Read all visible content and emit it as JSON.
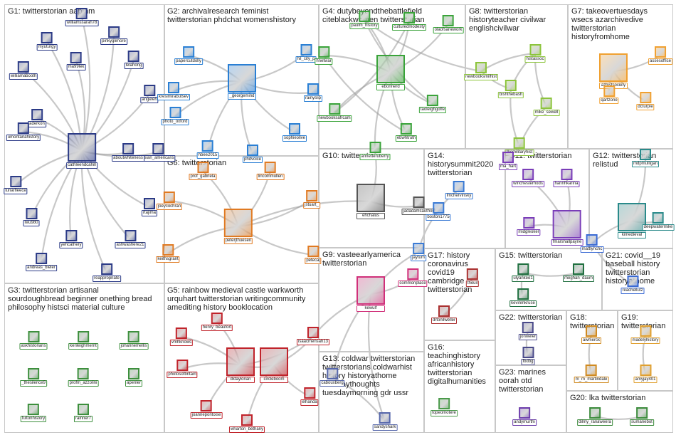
{
  "groups": [
    {
      "id": "G1",
      "title": "G1: twitterstorian aapihm",
      "color": "#2b3a86"
    },
    {
      "id": "G2",
      "title": "G2: archivalresearch feminist\ntwitterstorian phdchat womenshistory",
      "color": "#2a7fd4"
    },
    {
      "id": "G3",
      "title": "G3: twitterstorian artisanal\nsourdoughbread beginner onething bread\nphilosophy histsci material culture",
      "color": "#3d8f3d"
    },
    {
      "id": "G4",
      "title": "G4: dutybeyondthebattlefield\nciteblackwomen twitterstorian",
      "color": "#3aa33a"
    },
    {
      "id": "G5",
      "title": "G5: rainbow medieval castle warkworth\nurquhart twitterstorian writingcommunity\namediting history booklocation",
      "color": "#c0232b"
    },
    {
      "id": "G6",
      "title": "G6: twitterstorian",
      "color": "#e07a22"
    },
    {
      "id": "G7",
      "title": "G7: takeovertuesdays\nwsecs azarchivedive\ntwitterstorian\nhistoryfromhome",
      "color": "#f0a030"
    },
    {
      "id": "G8",
      "title": "G8: twitterstorian\nhistoryteacher civilwar\nenglishcivilwar",
      "color": "#8cc43c"
    },
    {
      "id": "G9",
      "title": "G9: vasteearlyamerica\ntwitterstorian",
      "color": "#d0307a"
    },
    {
      "id": "G10",
      "title": "G10: twitterstorian",
      "color": "#555555"
    },
    {
      "id": "G11",
      "title": "G11: twitterstorian",
      "color": "#7a3db8"
    },
    {
      "id": "G12",
      "title": "G12: twitterstorian\nrelistud",
      "color": "#2a8a8a"
    },
    {
      "id": "G13",
      "title": "G13: coldwar twitterstorian\ntwitterstorians coldwarhist\nhistory historyathome\ntuesdaythoughts\ntuesdaymorning gdr ussr",
      "color": "#5566aa"
    },
    {
      "id": "G14",
      "title": "G14:\nhistorysummit2020\ntwitterstorian",
      "color": "#3a7ad4"
    },
    {
      "id": "G15",
      "title": "G15: twitterstorian",
      "color": "#1f6f3f"
    },
    {
      "id": "G16",
      "title": "G16:\nteachinghistory\nafricanhistory\ntwitterstorian\ndigitalhumanities",
      "color": "#4a9a4a"
    },
    {
      "id": "G17",
      "title": "G17: history\ncoronavirus\ncovid19\ncambridge\ntwitterstorian",
      "color": "#aa3030"
    },
    {
      "id": "G18",
      "title": "G18:\ntwitterstorian",
      "color": "#d08a20"
    },
    {
      "id": "G19",
      "title": "G19:\ntwitterstorian",
      "color": "#e0a030"
    },
    {
      "id": "G20",
      "title": "G20: lka twitterstorian",
      "color": "#3a8a3a"
    },
    {
      "id": "G21",
      "title": "G21: covid__19\nbaseball history\ntwitterstorian\nhistoryathome",
      "color": "#3a6ad4"
    },
    {
      "id": "G22",
      "title": "G22: twitterstorian",
      "color": "#4a4a8a"
    },
    {
      "id": "G23",
      "title": "G23: marines\noorah otd\ntwitterstorian",
      "color": "#6a3aaa"
    }
  ],
  "nodes": [
    {
      "id": "cathleendcahill",
      "label": "cathleendcahill",
      "group": "G1",
      "big": true
    },
    {
      "id": "williamssarah78",
      "label": "williamssarah78",
      "group": "G1"
    },
    {
      "id": "myuturgy",
      "label": "myuturgy",
      "group": "G1"
    },
    {
      "id": "pinkyglimore",
      "label": "pinkyglimore",
      "group": "G1"
    },
    {
      "id": "ma99lek",
      "label": "ma99lek",
      "group": "G1"
    },
    {
      "id": "lelahong",
      "label": "lelahong",
      "group": "G1"
    },
    {
      "id": "williamabooth",
      "label": "williamabooth",
      "group": "G1"
    },
    {
      "id": "angeleh",
      "label": "angeleh",
      "group": "G1"
    },
    {
      "id": "aderkon",
      "label": "aderkon",
      "group": "G1"
    },
    {
      "id": "umontanahistory",
      "label": "umontanahistory",
      "group": "G1"
    },
    {
      "id": "asian_americans",
      "label": "asian_americans",
      "group": "G1"
    },
    {
      "id": "aboutwhiteness",
      "label": "aboutwhiteness",
      "group": "G1"
    },
    {
      "id": "lunarfleece",
      "label": "lunarfleece",
      "group": "G1"
    },
    {
      "id": "rtajima",
      "label": "rtajima",
      "group": "G1"
    },
    {
      "id": "lwu980",
      "label": "lwu980",
      "group": "G1"
    },
    {
      "id": "yehcathery",
      "label": "yehcathery",
      "group": "G1"
    },
    {
      "id": "ashwashere21",
      "label": "ashwashere21",
      "group": "G1"
    },
    {
      "id": "andreas_bieler",
      "label": "andreas_bieler",
      "group": "G1"
    },
    {
      "id": "reappropriate",
      "label": "reappropriate",
      "group": "G1"
    },
    {
      "id": "_georgemind",
      "label": "_georgemind",
      "group": "G2",
      "big": true
    },
    {
      "id": "papercutdolly",
      "label": "papercutdolly",
      "group": "G2"
    },
    {
      "id": "hil_city_p",
      "label": "hil_city_p",
      "group": "G2"
    },
    {
      "id": "kresimirabutsev",
      "label": "kresimirabutsev",
      "group": "G2"
    },
    {
      "id": "rainyslip",
      "label": "rainyslip",
      "group": "G2"
    },
    {
      "id": "photo_oxford",
      "label": "photo_oxford",
      "group": "G2"
    },
    {
      "id": "sophieolive",
      "label": "sophieolive",
      "group": "G2"
    },
    {
      "id": "hbee2015",
      "label": "hbee2015",
      "group": "G2"
    },
    {
      "id": "phdvoice",
      "label": "phdvoice",
      "group": "G2"
    },
    {
      "id": "askhistorians",
      "label": "askhistorians",
      "group": "G3"
    },
    {
      "id": "kerileighmerrit",
      "label": "kerileighmerrit",
      "group": "G3"
    },
    {
      "id": "johannemellis",
      "label": "johannemellis",
      "group": "G3"
    },
    {
      "id": "_thesilence9",
      "label": "_thesilence9",
      "group": "G3"
    },
    {
      "id": "profm_azzolini",
      "label": "profm_azzolini",
      "group": "G3"
    },
    {
      "id": "apenler",
      "label": "apenler",
      "group": "G3"
    },
    {
      "id": "fultonhistory",
      "label": "fultonhistory",
      "group": "G3"
    },
    {
      "id": "rainner7",
      "label": "rainner7",
      "group": "G3"
    },
    {
      "id": "paulm_history",
      "label": "paulm_history",
      "group": "G4"
    },
    {
      "id": "culturedmodesty",
      "label": "culturedmodesty",
      "group": "G4"
    },
    {
      "id": "hnetwar",
      "label": "hnetwar",
      "group": "G4"
    },
    {
      "id": "ebonnerd",
      "label": "ebonnerd",
      "group": "G4",
      "big": true
    },
    {
      "id": "newbooksafrcam",
      "label": "newbooksafrcam",
      "group": "G4"
    },
    {
      "id": "taoleighgoffe",
      "label": "taoleighgoffe",
      "group": "G4"
    },
    {
      "id": "ebwhtruth",
      "label": "ebwhtruth",
      "group": "G4"
    },
    {
      "id": "annetteruberry",
      "label": "annetteruberry",
      "group": "G4"
    },
    {
      "id": "olaofsanework",
      "label": "olaofsanework",
      "group": "G4"
    },
    {
      "id": "dktaylorian",
      "label": "dktaylorian",
      "group": "G5",
      "big": true
    },
    {
      "id": "circleboom",
      "label": "circleboom",
      "group": "G5",
      "big": true
    },
    {
      "id": "henry_beaufort",
      "label": "henry_beaufort",
      "group": "G5"
    },
    {
      "id": "vmhknows",
      "label": "vmhknows",
      "group": "G5"
    },
    {
      "id": "photosofbritain",
      "label": "photosofbritain",
      "group": "G5"
    },
    {
      "id": "joannepontoise",
      "label": "joannepontoise",
      "group": "G5"
    },
    {
      "id": "isaacmensah13",
      "label": "isaacmensah13",
      "group": "G5"
    },
    {
      "id": "elhanda",
      "label": "elhanda",
      "group": "G5"
    },
    {
      "id": "wharton_bethany",
      "label": "wharton_bethany",
      "group": "G5"
    },
    {
      "id": "peterjthuesen",
      "label": "peterjthuesen",
      "group": "G6",
      "big": true
    },
    {
      "id": "prof_gabriela",
      "label": "prof_gabriela",
      "group": "G6"
    },
    {
      "id": "lincolnmullen",
      "label": "lincolnmullen",
      "group": "G6"
    },
    {
      "id": "joeycochran",
      "label": "joeycochran",
      "group": "G6"
    },
    {
      "id": "jstuart_",
      "label": "jstuart_",
      "group": "G6"
    },
    {
      "id": "keithsgrant",
      "label": "keithsgrant",
      "group": "G6"
    },
    {
      "id": "petecaj",
      "label": "petecaj",
      "group": "G6"
    },
    {
      "id": "azhistsociety",
      "label": "azhistsociety",
      "group": "G7",
      "big": true
    },
    {
      "id": "assesoffice",
      "label": "assesoffice",
      "group": "G7"
    },
    {
      "id": "dcturpie",
      "label": "dcturpie",
      "group": "G7"
    },
    {
      "id": "qartzone",
      "label": "qartzone",
      "group": "G7"
    },
    {
      "id": "histassoc",
      "label": "histassoc",
      "group": "G8"
    },
    {
      "id": "newbooksmilhist",
      "label": "newbooksmilhist",
      "group": "G8"
    },
    {
      "id": "bishthebash",
      "label": "bishthebash",
      "group": "G8"
    },
    {
      "id": "mike_sewell",
      "label": "mike_sewell",
      "group": "G8"
    },
    {
      "id": "themilitaryhist",
      "label": "themilitaryhist",
      "group": "G8"
    },
    {
      "id": "kewulf",
      "label": "kewulf",
      "group": "G9",
      "big": true
    },
    {
      "id": "commonplace",
      "label": "commonplace",
      "group": "G9"
    },
    {
      "id": "ehchalus",
      "label": "ehchalus",
      "group": "G10",
      "big": true
    },
    {
      "id": "jadadamsauthor",
      "label": "jadadamsauthor",
      "group": "G10"
    },
    {
      "id": "fmarshallpayne",
      "label": "fmarshallpayne",
      "group": "G11",
      "big": true
    },
    {
      "id": "winchesterhods",
      "label": "winchesterhods",
      "group": "G11"
    },
    {
      "id": "hannhkarina",
      "label": "hannhkarina",
      "group": "G11"
    },
    {
      "id": "midgleoker",
      "label": "midgleoker",
      "group": "G11"
    },
    {
      "id": "ma_hart",
      "label": "ma_hart",
      "group": "G11"
    },
    {
      "id": "kimedieval",
      "label": "kimedieval",
      "group": "G12",
      "big": true
    },
    {
      "id": "mdpmulligan",
      "label": "mdpmulligan",
      "group": "G12"
    },
    {
      "id": "deepwatermike",
      "label": "deepwatermike",
      "group": "G12"
    },
    {
      "id": "sandyshark",
      "label": "sandyshark",
      "group": "G13"
    },
    {
      "id": "cabouxberg",
      "label": "cabouxberg",
      "group": "G13"
    },
    {
      "id": "lmchervinsky",
      "label": "lmchervinsky",
      "group": "G14"
    },
    {
      "id": "boston1775",
      "label": "boston1775",
      "group": "G14"
    },
    {
      "id": "jaytum",
      "label": "jaytum",
      "group": "G14"
    },
    {
      "id": "ulyankee1",
      "label": "ulyankee1",
      "group": "G15"
    },
    {
      "id": "meghan_daum",
      "label": "meghan_daum",
      "group": "G15"
    },
    {
      "id": "kevinmkruse",
      "label": "kevinmkruse",
      "group": "G15"
    },
    {
      "id": "topeomotere",
      "label": "topeomotere",
      "group": "G16"
    },
    {
      "id": "drtonilweller",
      "label": "drtonilweller",
      "group": "G17"
    },
    {
      "id": "theuil",
      "label": "theuil",
      "group": "G17"
    },
    {
      "id": "awmerck",
      "label": "awmerck",
      "group": "G18"
    },
    {
      "id": "m_m_martindale",
      "label": "m_m_martindale",
      "group": "G18"
    },
    {
      "id": "madelyhistory",
      "label": "madelyhistory",
      "group": "G19"
    },
    {
      "id": "amyjay401",
      "label": "amyjay401",
      "group": "G19"
    },
    {
      "id": "dilmy_ranaweera",
      "label": "dilmy_ranaweera",
      "group": "G20"
    },
    {
      "id": "sumanebot",
      "label": "sumanebot",
      "group": "G20"
    },
    {
      "id": "mattlynchc",
      "label": "mattlynchc",
      "group": "G21"
    },
    {
      "id": "reachellutz",
      "label": "reachellutz",
      "group": "G21"
    },
    {
      "id": "jonweler",
      "label": "jonweler",
      "group": "G22"
    },
    {
      "id": "fbdbg",
      "label": "fbdbg",
      "group": "G22"
    },
    {
      "id": "andymurthi",
      "label": "andymurthi",
      "group": "G23"
    }
  ],
  "edges": [
    [
      "cathleendcahill",
      "williamssarah78"
    ],
    [
      "cathleendcahill",
      "myuturgy"
    ],
    [
      "cathleendcahill",
      "pinkyglimore"
    ],
    [
      "cathleendcahill",
      "ma99lek"
    ],
    [
      "cathleendcahill",
      "lelahong"
    ],
    [
      "cathleendcahill",
      "williamabooth"
    ],
    [
      "cathleendcahill",
      "angeleh"
    ],
    [
      "cathleendcahill",
      "aderkon"
    ],
    [
      "cathleendcahill",
      "umontanahistory"
    ],
    [
      "cathleendcahill",
      "asian_americans"
    ],
    [
      "cathleendcahill",
      "aboutwhiteness"
    ],
    [
      "cathleendcahill",
      "lunarfleece"
    ],
    [
      "cathleendcahill",
      "rtajima"
    ],
    [
      "cathleendcahill",
      "lwu980"
    ],
    [
      "cathleendcahill",
      "yehcathery"
    ],
    [
      "cathleendcahill",
      "ashwashere21"
    ],
    [
      "cathleendcahill",
      "andreas_bieler"
    ],
    [
      "cathleendcahill",
      "reappropriate"
    ],
    [
      "_georgemind",
      "papercutdolly"
    ],
    [
      "_georgemind",
      "hil_city_p"
    ],
    [
      "_georgemind",
      "kresimirabutsev"
    ],
    [
      "_georgemind",
      "rainyslip"
    ],
    [
      "_georgemind",
      "photo_oxford"
    ],
    [
      "_georgemind",
      "sophieolive"
    ],
    [
      "_georgemind",
      "hbee2015"
    ],
    [
      "_georgemind",
      "phdvoice"
    ],
    [
      "ebonnerd",
      "paulm_history"
    ],
    [
      "ebonnerd",
      "culturedmodesty"
    ],
    [
      "ebonnerd",
      "hnetwar"
    ],
    [
      "ebonnerd",
      "newbooksafrcam"
    ],
    [
      "ebonnerd",
      "taoleighgoffe"
    ],
    [
      "ebonnerd",
      "ebwhtruth"
    ],
    [
      "ebonnerd",
      "annetteruberry"
    ],
    [
      "ebonnerd",
      "olaofsanework"
    ],
    [
      "paulm_history",
      "taoleighgoffe"
    ],
    [
      "hnetwar",
      "ebwhtruth"
    ],
    [
      "newbooksafrcam",
      "culturedmodesty"
    ],
    [
      "paulm_history",
      "newbooksmilhist"
    ],
    [
      "dktaylorian",
      "henry_beaufort"
    ],
    [
      "dktaylorian",
      "vmhknows"
    ],
    [
      "dktaylorian",
      "photosofbritain"
    ],
    [
      "dktaylorian",
      "joannepontoise"
    ],
    [
      "dktaylorian",
      "isaacmensah13"
    ],
    [
      "dktaylorian",
      "circleboom"
    ],
    [
      "circleboom",
      "elhanda"
    ],
    [
      "circleboom",
      "wharton_bethany"
    ],
    [
      "circleboom",
      "isaacmensah13"
    ],
    [
      "peterjthuesen",
      "prof_gabriela"
    ],
    [
      "peterjthuesen",
      "lincolnmullen"
    ],
    [
      "peterjthuesen",
      "joeycochran"
    ],
    [
      "peterjthuesen",
      "jstuart_"
    ],
    [
      "peterjthuesen",
      "keithsgrant"
    ],
    [
      "peterjthuesen",
      "petecaj"
    ],
    [
      "azhistsociety",
      "assesoffice"
    ],
    [
      "azhistsociety",
      "dcturpie"
    ],
    [
      "azhistsociety",
      "qartzone"
    ],
    [
      "histassoc",
      "newbooksmilhist"
    ],
    [
      "histassoc",
      "bishthebash"
    ],
    [
      "histassoc",
      "mike_sewell"
    ],
    [
      "bishthebash",
      "themilitaryhist"
    ],
    [
      "newbooksmilhist",
      "bishthebash"
    ],
    [
      "mike_sewell",
      "themilitaryhist"
    ],
    [
      "kewulf",
      "commonplace"
    ],
    [
      "kewulf",
      "isaacmensah13"
    ],
    [
      "kewulf",
      "sandyshark"
    ],
    [
      "kewulf",
      "cabouxberg"
    ],
    [
      "ehchalus",
      "jadadamsauthor"
    ],
    [
      "ehchalus",
      "annetteruberry"
    ],
    [
      "ehchalus",
      "peterjthuesen"
    ],
    [
      "fmarshallpayne",
      "winchesterhods"
    ],
    [
      "fmarshallpayne",
      "hannhkarina"
    ],
    [
      "fmarshallpayne",
      "midgleoker"
    ],
    [
      "kimedieval",
      "mdpmulligan"
    ],
    [
      "kimedieval",
      "deepwatermike"
    ],
    [
      "kimedieval",
      "mattlynchc"
    ],
    [
      "lmchervinsky",
      "boston1775"
    ],
    [
      "boston1775",
      "jaytum"
    ],
    [
      "jaytum",
      "kewulf"
    ],
    [
      "ulyankee1",
      "meghan_daum"
    ],
    [
      "ulyankee1",
      "kevinmkruse"
    ],
    [
      "drtonilweller",
      "theuil"
    ],
    [
      "awmerck",
      "m_m_martindale"
    ],
    [
      "madelyhistory",
      "amyjay401"
    ],
    [
      "dilmy_ranaweera",
      "sumanebot"
    ],
    [
      "mattlynchc",
      "reachellutz"
    ],
    [
      "jonweler",
      "fbdbg"
    ],
    [
      "sandyshark",
      "cabouxberg"
    ]
  ]
}
